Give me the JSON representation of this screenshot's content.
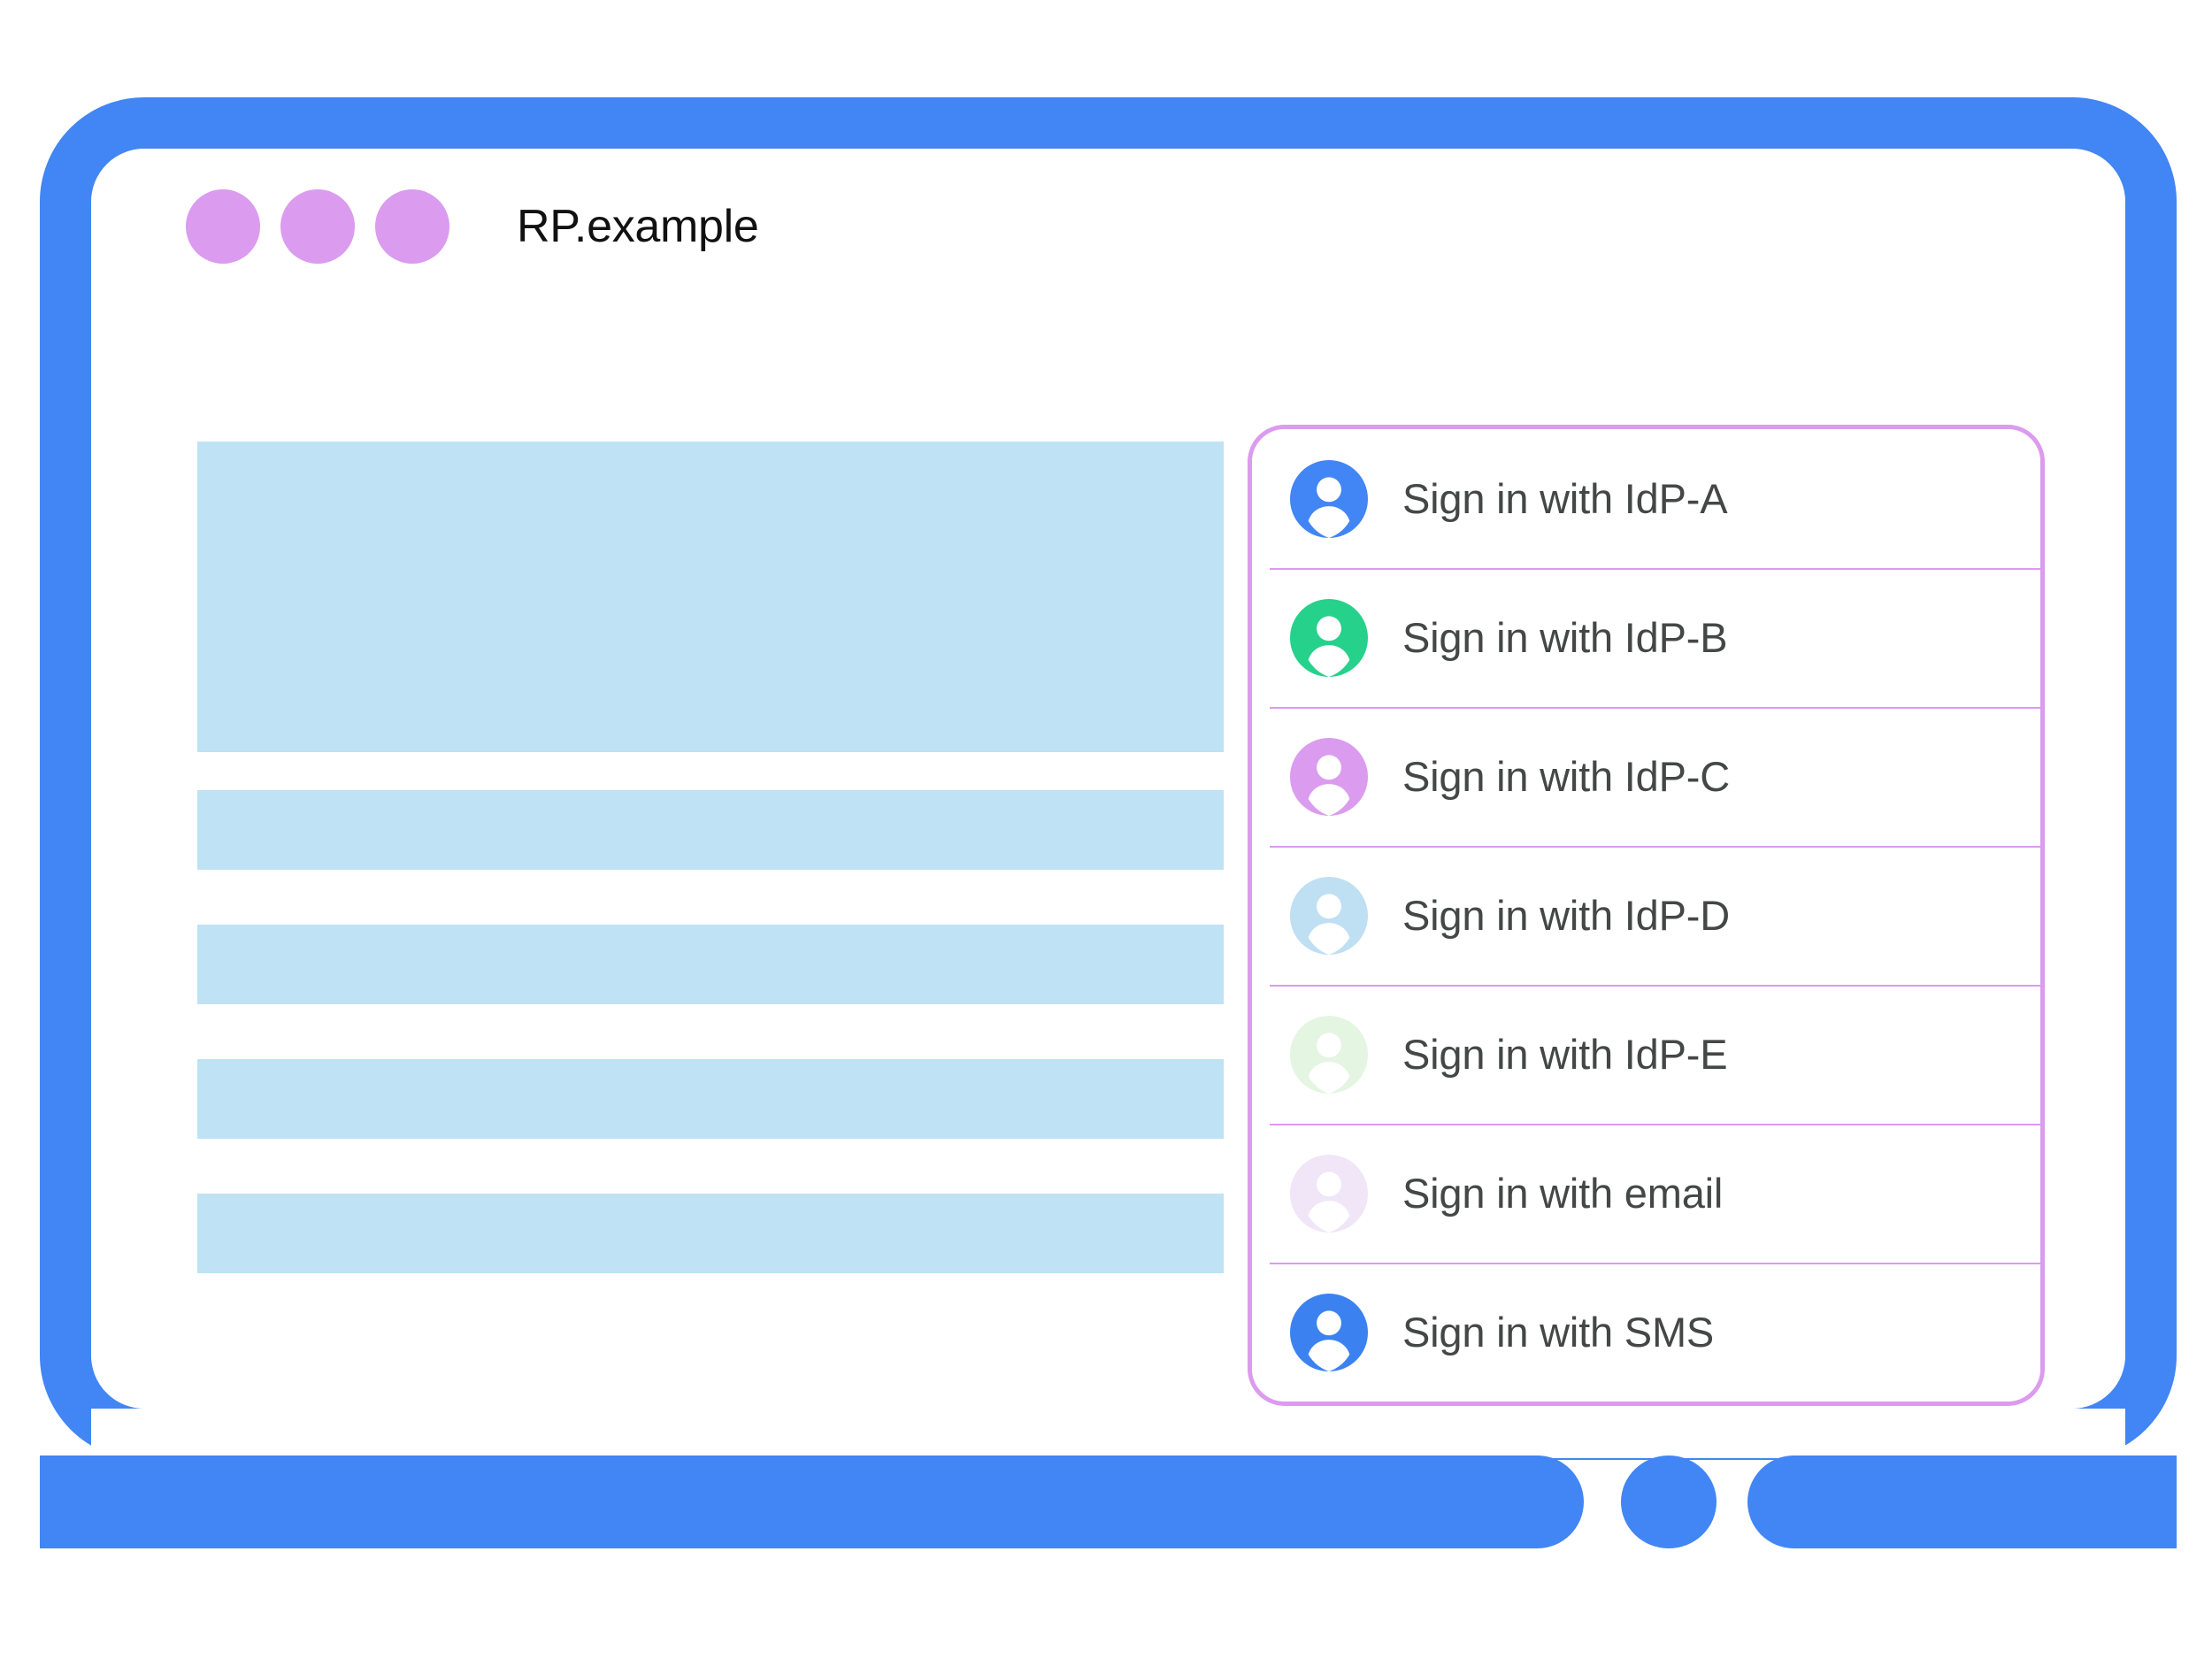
{
  "colors": {
    "frame_blue": "#4285F4",
    "title_dot_purple": "#DB9BEF",
    "placeholder_blue": "#BFE2F5",
    "dialog_border": "#DB9BEF",
    "label_text": "#444746",
    "title_text": "#111111"
  },
  "browser": {
    "title": "RP.example",
    "window_dots": [
      "window-dot-1",
      "window-dot-2",
      "window-dot-3"
    ]
  },
  "page_content": {
    "hero_placeholder": "content-placeholder-hero",
    "bar_placeholders": [
      "content-placeholder-bar-1",
      "content-placeholder-bar-2",
      "content-placeholder-bar-3",
      "content-placeholder-bar-4"
    ]
  },
  "device": {
    "home_button": "home-button",
    "bezel_left": "bezel-bar-left",
    "bezel_right": "bezel-bar-right"
  },
  "chooser": {
    "accounts": [
      {
        "label": "Sign in with IdP-A",
        "avatar_color": "#4285F4",
        "icon": "account-avatar-icon"
      },
      {
        "label": "Sign in with IdP-B",
        "avatar_color": "#26D18B",
        "icon": "account-avatar-icon"
      },
      {
        "label": "Sign in with IdP-C",
        "avatar_color": "#DB9BEF",
        "icon": "account-avatar-icon"
      },
      {
        "label": "Sign in with IdP-D",
        "avatar_color": "#BFDFF3",
        "icon": "account-avatar-icon"
      },
      {
        "label": "Sign in with IdP-E",
        "avatar_color": "#E4F5E2",
        "icon": "account-avatar-icon"
      },
      {
        "label": "Sign in with email",
        "avatar_color": "#F0E6F7",
        "icon": "account-avatar-icon"
      },
      {
        "label": "Sign in with SMS",
        "avatar_color": "#3B82F0",
        "icon": "account-avatar-icon"
      }
    ]
  }
}
